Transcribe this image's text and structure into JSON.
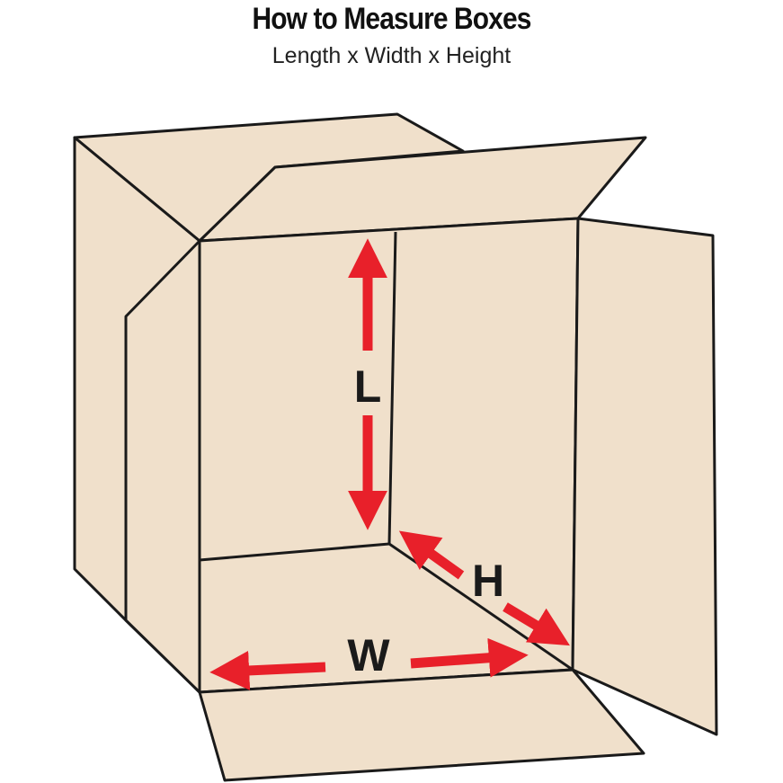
{
  "header": {
    "title": "How to Measure Boxes",
    "subtitle": "Length x Width x Height"
  },
  "diagram": {
    "labels": {
      "length": "L",
      "width": "W",
      "height": "H"
    },
    "colors": {
      "box_fill": "#f0e0cb",
      "outline": "#1a1a1a",
      "arrow": "#e8202a"
    }
  }
}
